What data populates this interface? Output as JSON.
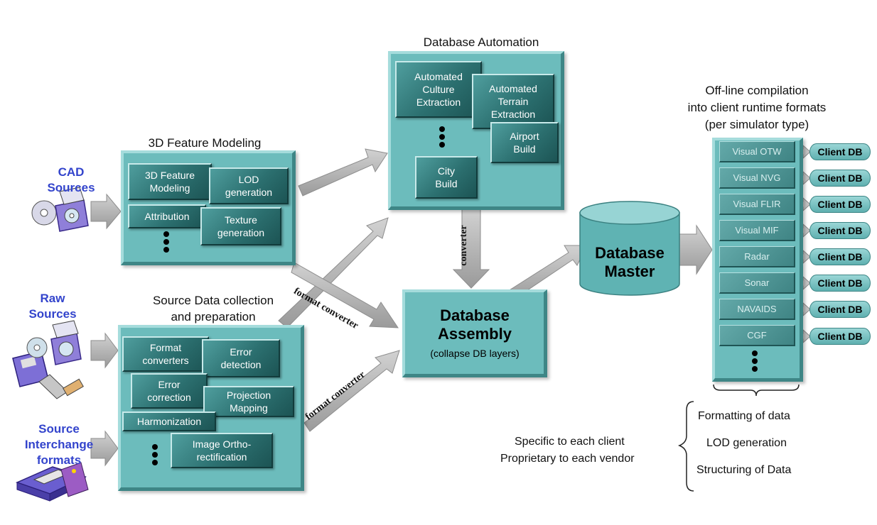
{
  "sources": {
    "cad": "CAD\nSources",
    "raw": "Raw\nSources",
    "interchange": "Source\nInterchange\nformats"
  },
  "feature_modeling": {
    "title": "3D Feature Modeling",
    "tiles": {
      "feature_modeling": "3D Feature\nModeling",
      "lod": "LOD\ngeneration",
      "attribution": "Attribution",
      "texture": "Texture\ngeneration"
    }
  },
  "source_collection": {
    "title_line1": "Source Data collection",
    "title_line2": "and preparation",
    "tiles": {
      "format_converters": "Format\nconverters",
      "error_detection": "Error\ndetection",
      "error_correction": "Error\ncorrection",
      "projection": "Projection\nMapping",
      "harmonization": "Harmonization",
      "image_ortho": "Image Ortho-\nrectification"
    }
  },
  "automation": {
    "title": "Database Automation",
    "tiles": {
      "culture": "Automated\nCulture\nExtraction",
      "terrain": "Automated\nTerrain\nExtraction",
      "airport": "Airport\nBuild",
      "city": "City\nBuild"
    }
  },
  "assembly": {
    "title_line1": "Database",
    "title_line2": "Assembly",
    "subtitle": "(collapse DB layers)"
  },
  "arrow_labels": {
    "converter": "converter",
    "format_converter_top": "format converter",
    "format_converter_bottom": "format converter"
  },
  "master": {
    "line1": "Database",
    "line2": "Master"
  },
  "compilation": {
    "title_line1": "Off-line compilation",
    "title_line2": "into client runtime formats",
    "title_line3": "(per simulator type)",
    "client_label": "Client DB",
    "items": [
      "Visual OTW",
      "Visual NVG",
      "Visual FLIR",
      "Visual MIF",
      "Radar",
      "Sonar",
      "NAVAIDS",
      "CGF"
    ]
  },
  "notes": {
    "specific": "Specific to each client",
    "proprietary": "Proprietary to each vendor",
    "formatting": "Formatting of data",
    "lod": "LOD generation",
    "structuring": "Structuring of Data"
  },
  "colors": {
    "panel": "#6cbcbc",
    "tile": "#2c7070",
    "source_label": "#3344cc",
    "arrow": "#b0b0b0"
  }
}
